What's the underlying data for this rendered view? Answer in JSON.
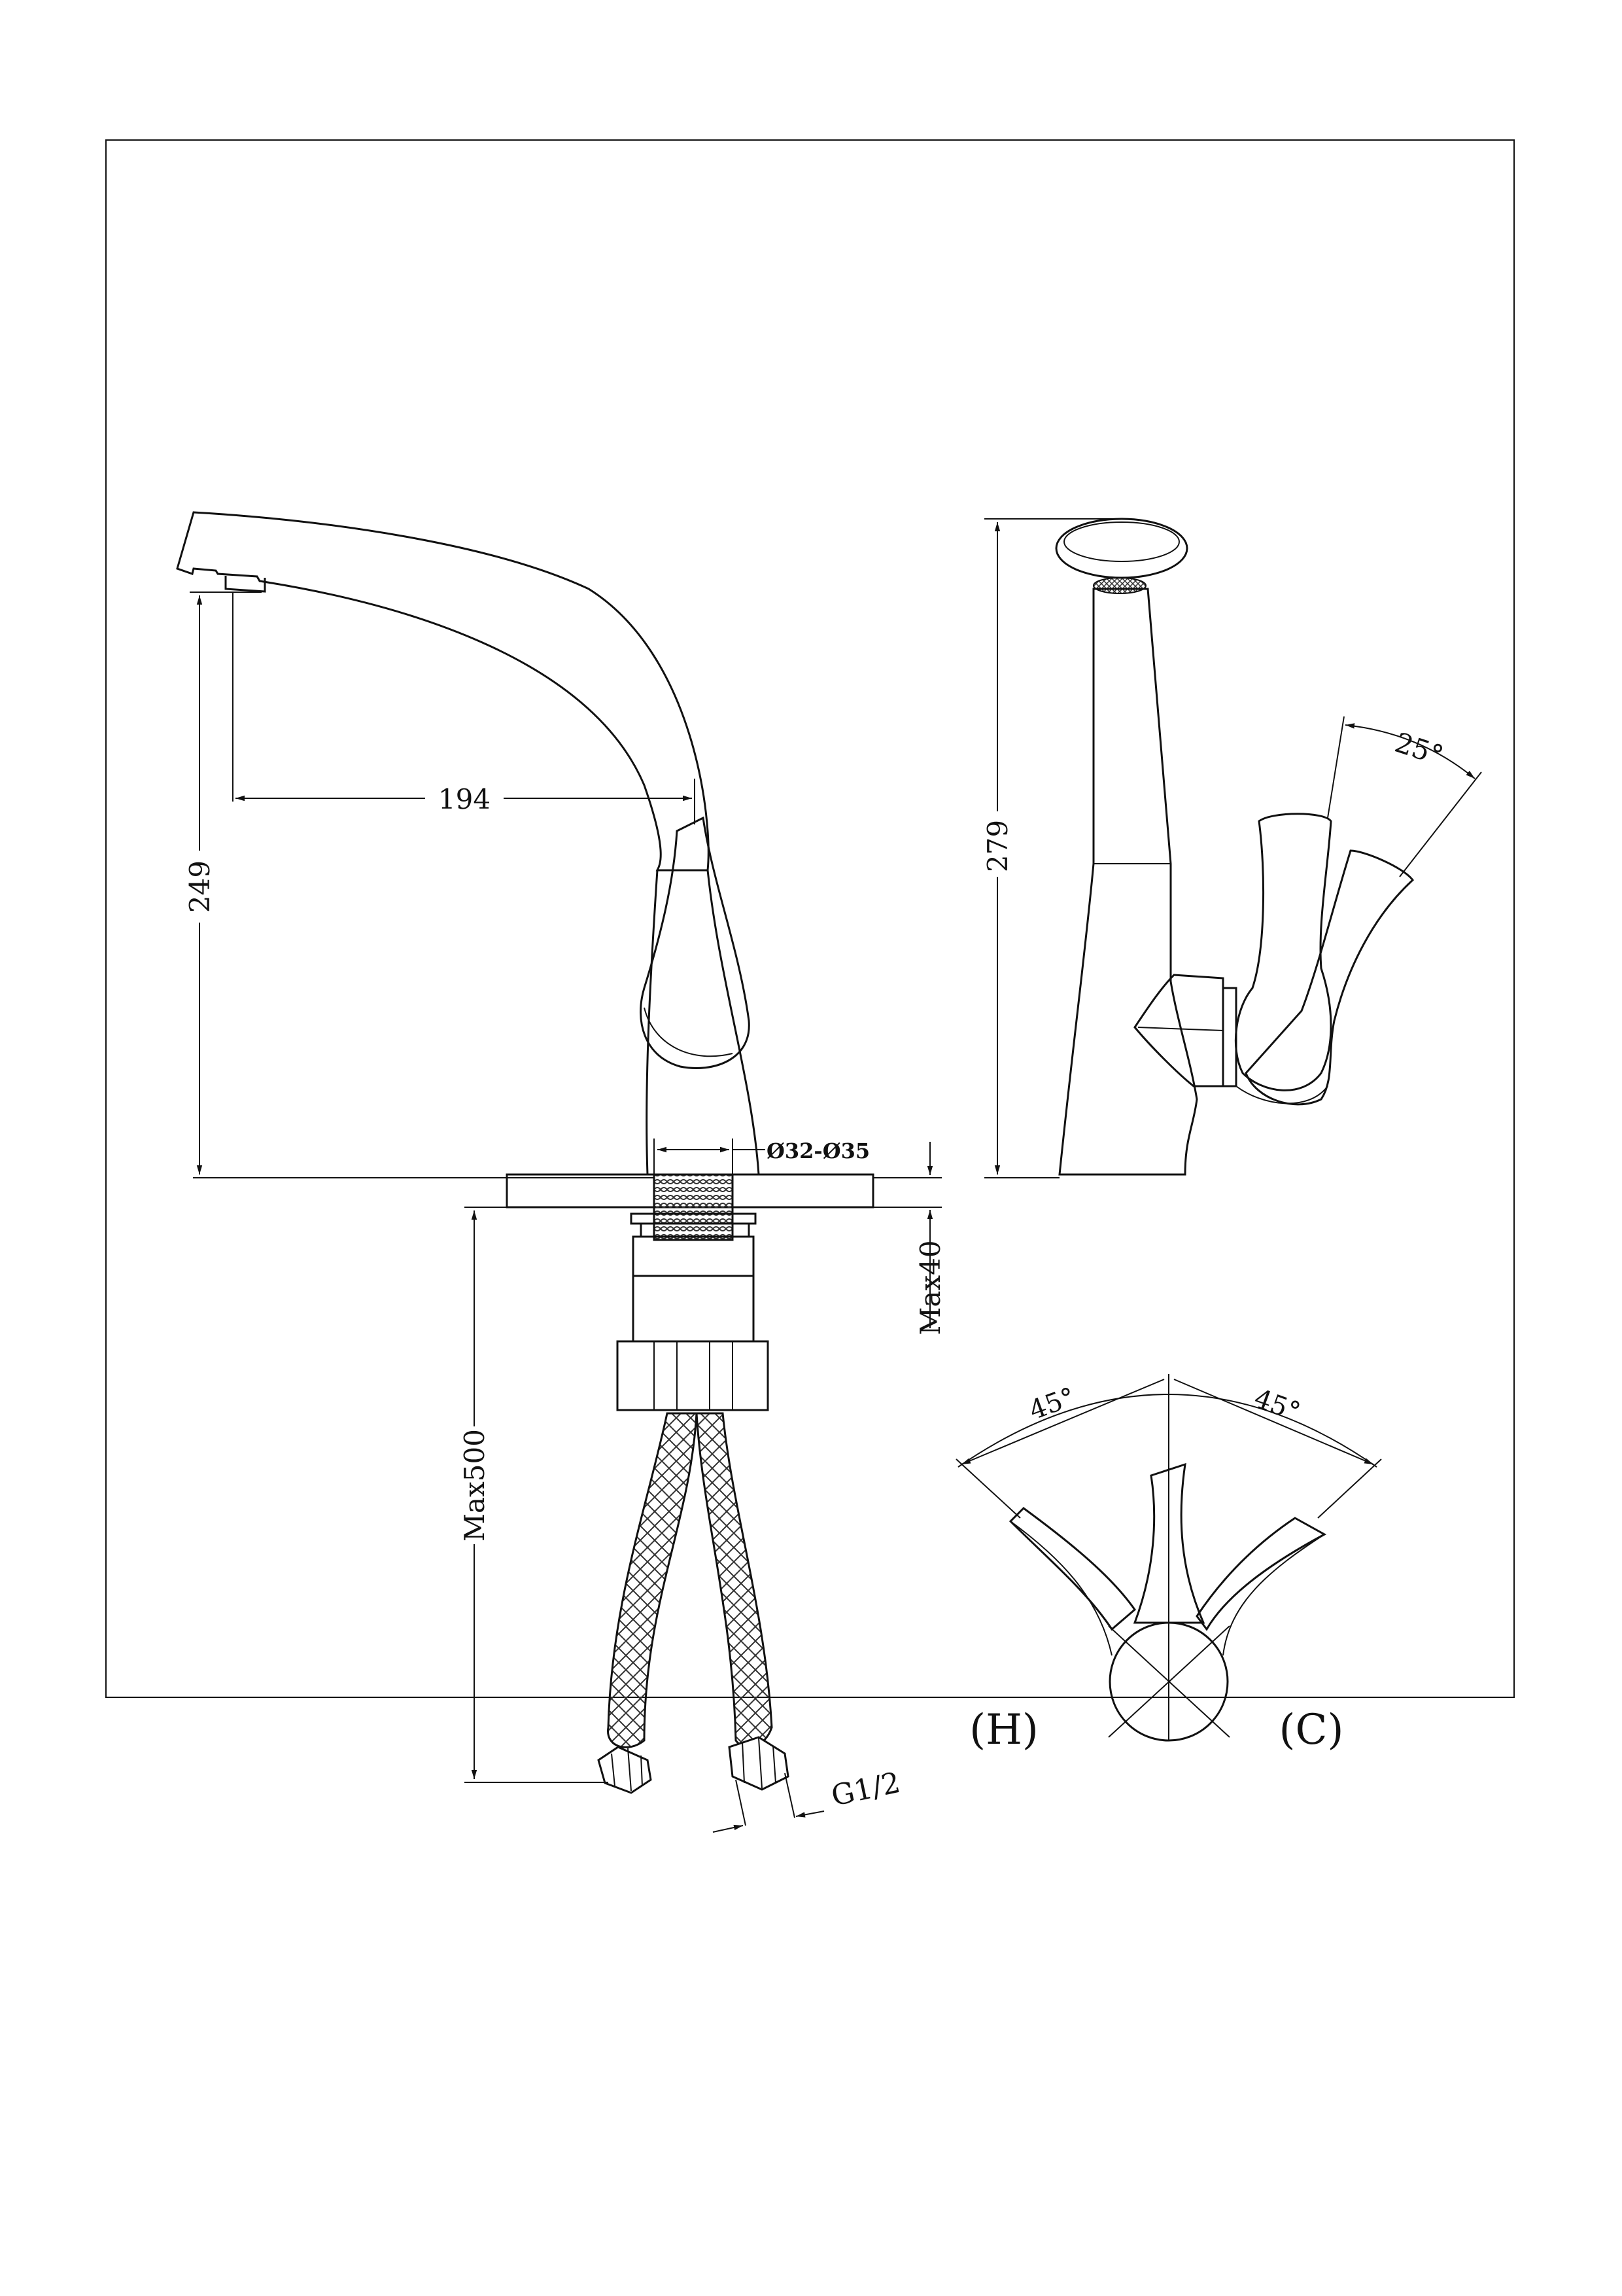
{
  "drawing": {
    "front_view": {
      "dim_spout_reach": "194",
      "dim_outlet_height": "249",
      "dim_hole_diameter": "Ø32-Ø35",
      "dim_max_counter_thickness": "Max40",
      "dim_max_hose_length": "Max500",
      "dim_connection_thread": "G1/2"
    },
    "side_view": {
      "dim_total_height": "279",
      "dim_lever_angle": "25°"
    },
    "top_view": {
      "angle_left": "45°",
      "angle_right": "45°",
      "label_hot": "(H)",
      "label_cold": "(C)"
    }
  }
}
